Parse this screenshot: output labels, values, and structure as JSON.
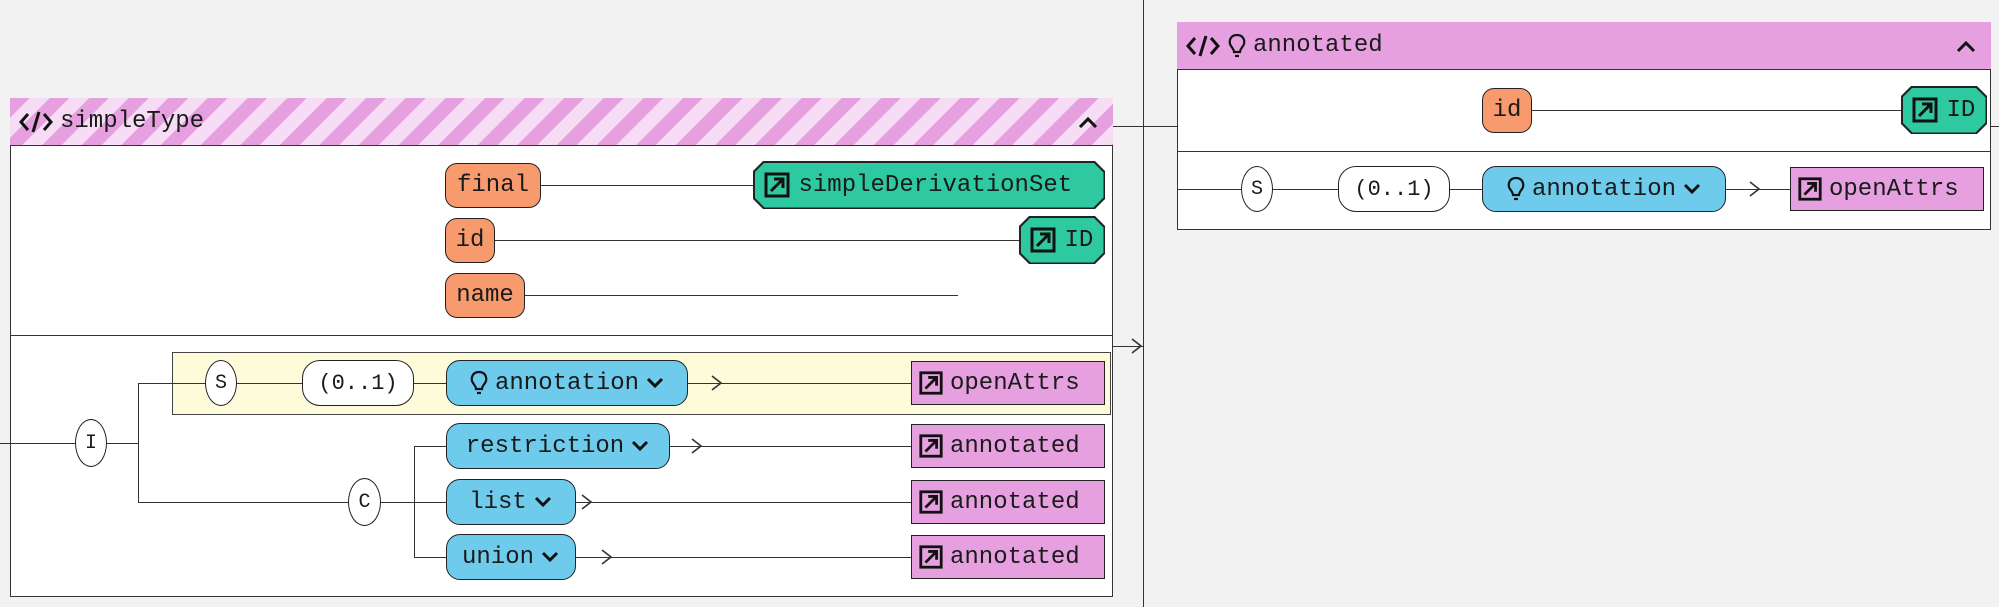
{
  "simpleType": {
    "title": "simpleType",
    "attributes": [
      {
        "name": "final",
        "type": "simpleDerivationSet"
      },
      {
        "name": "id",
        "type": "ID"
      },
      {
        "name": "name",
        "type": ""
      }
    ],
    "interleave_label": "I",
    "sequence_label": "S",
    "sequence_occurrence": "(0..1)",
    "sequence_element": "annotation",
    "sequence_type": "openAttrs",
    "choice_label": "C",
    "choice_elements": [
      {
        "name": "restriction",
        "type": "annotated"
      },
      {
        "name": "list",
        "type": "annotated"
      },
      {
        "name": "union",
        "type": "annotated"
      }
    ]
  },
  "annotated": {
    "title": "annotated",
    "attributes": [
      {
        "name": "id",
        "type": "ID"
      }
    ],
    "sequence_label": "S",
    "sequence_occurrence": "(0..1)",
    "sequence_element": "annotation",
    "sequence_type": "openAttrs"
  },
  "colors": {
    "background": "#f2f2f2",
    "header_pink": "#e6a0e0",
    "attribute_orange": "#f79b6f",
    "element_blue": "#6fcbec",
    "type_green": "#2ec9a0",
    "type_pink": "#e6a0e0",
    "sequence_highlight": "#fdfbd9"
  },
  "icons": {
    "header_icon": "code-icon",
    "header_doc_icon": "lightbulb-icon",
    "collapse_icon": "chevron-up-icon",
    "type_icon": "type-ref-icon",
    "element_doc_icon": "lightbulb-icon",
    "expand_icon": "chevron-down-icon"
  }
}
